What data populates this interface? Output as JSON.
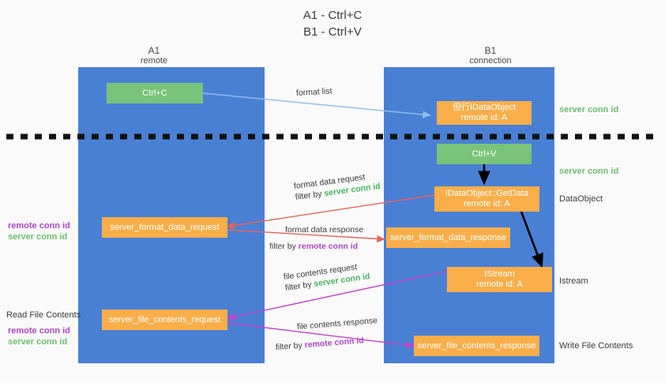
{
  "title": {
    "line1": "A1 - Ctrl+C",
    "line2": "B1 - Ctrl+V"
  },
  "columns": [
    {
      "name": "A1",
      "role": "remote"
    },
    {
      "name": "B1",
      "role": "connection"
    }
  ],
  "nodes": {
    "ctrl_c": {
      "label": "Ctrl+C"
    },
    "ctrl_v": {
      "label": "Ctrl+V"
    },
    "idataobject": {
      "line1": "但行IDataObject",
      "line2": "remote id: A"
    },
    "getdata": {
      "line1": "IDataObject::GetData",
      "line2": "remote id: A"
    },
    "istream": {
      "line1": "IStream",
      "line2": "remote id: A"
    },
    "server_format_data_request": {
      "label": "server_format_data_request"
    },
    "server_format_data_response": {
      "label": "server_format_data_response"
    },
    "server_file_contents_request": {
      "label": "server_file_contents_request"
    },
    "server_file_contents_response": {
      "label": "server_file_contents_response"
    }
  },
  "edge_labels": {
    "format_list": "format list",
    "format_data_request": "format data request",
    "format_data_request_filter_prefix": "filter by ",
    "format_data_request_filter_value": "server conn id",
    "format_data_response": "format data response",
    "format_data_response_filter_prefix": "filter by ",
    "format_data_response_filter_value": "remote conn id",
    "file_contents_request": "file contents request",
    "file_contents_request_filter_prefix": "filter by ",
    "file_contents_request_filter_value": "server conn id",
    "file_contents_response": "file contents response",
    "file_contents_response_filter_prefix": "filter by ",
    "file_contents_response_filter_value": "remote conn id"
  },
  "right_labels": {
    "server_conn_id_top": "server conn id",
    "server_conn_id_mid": "server conn id",
    "dataobject": "DataObject",
    "istream": "Istream",
    "write_file_contents": "Write File Contents"
  },
  "left_labels": {
    "remote_conn_id_1": "remote conn id",
    "server_conn_id_1": "server conn id",
    "read_file_contents": "Read File Contents",
    "remote_conn_id_2": "remote conn id",
    "server_conn_id_2": "server conn id"
  },
  "colors": {
    "lane": "#4a80d4",
    "green_node": "#7ac37a",
    "orange_node": "#f9ae4a",
    "arrow_light_blue": "#8fbce8",
    "arrow_red": "#e8645f",
    "arrow_magenta": "#c93fc9",
    "arrow_black": "#000000",
    "server_conn_id": "#45b55c",
    "remote_conn_id": "#b045c8",
    "background": "#fafafa"
  }
}
